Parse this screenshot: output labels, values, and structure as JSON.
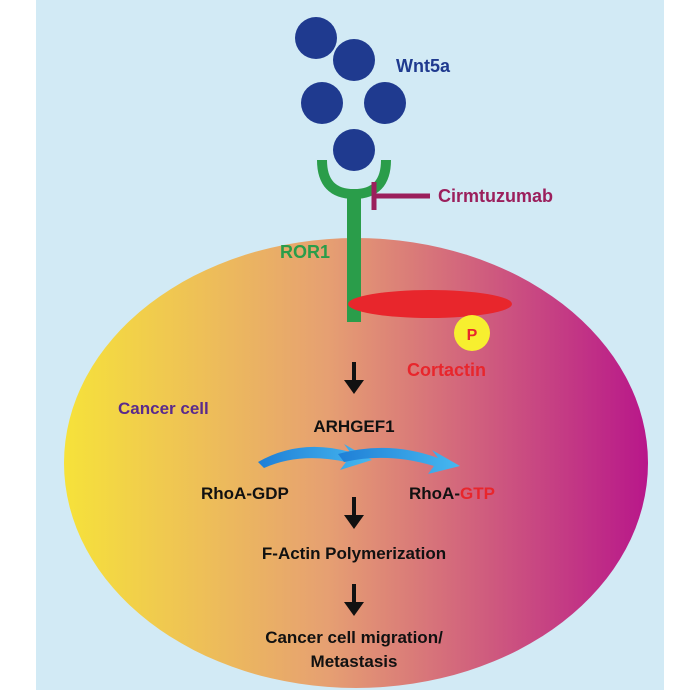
{
  "colors": {
    "background": "#d2eaf5",
    "ligand": "#1f3a8f",
    "receptor": "#2a9d4a",
    "antibody": "#9b1f5c",
    "cortactin": "#e8262c",
    "phospho_circle": "#f7ef2f",
    "cell_gradient_left": "#f6e23a",
    "cell_gradient_mid": "#e6a072",
    "cell_gradient_right": "#b8178a",
    "cell_label": "#5a2a8c",
    "gtp": "#e8262c",
    "text_dark": "#111111",
    "swoosh": "#2ea3e6"
  },
  "labels": {
    "wnt5a": "Wnt5a",
    "cirmtuzumab": "Cirmtuzumab",
    "ror1": "ROR1",
    "phospho": "P",
    "cortactin": "Cortactin",
    "cancer_cell": "Cancer cell",
    "arhgef1": "ARHGEF1",
    "rhoa_gdp": "RhoA-GDP",
    "rhoa_gtp_prefix": "RhoA-",
    "rhoa_gtp_suffix": "GTP",
    "factin": "F-Actin Polymerization",
    "migration_line1": "Cancer cell migration/",
    "migration_line2": "Metastasis"
  },
  "icons": {
    "ligand": "circle",
    "inhibition": "t-bar-inhibition",
    "arrow": "down-arrow",
    "exchange": "swoosh-arrows"
  }
}
